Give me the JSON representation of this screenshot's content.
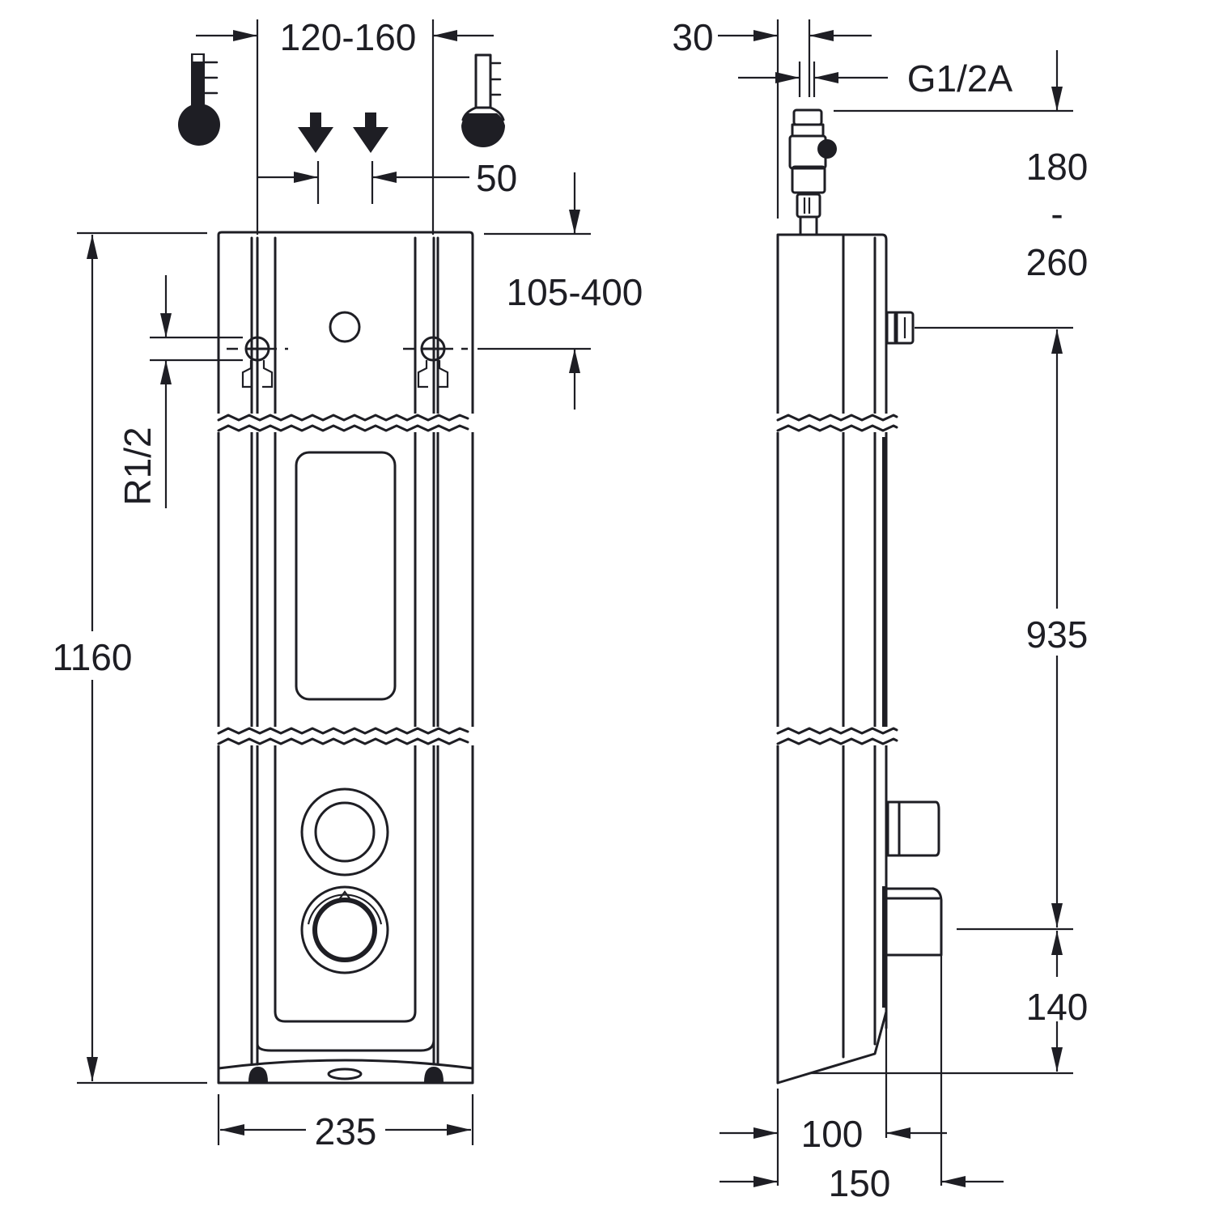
{
  "drawing": {
    "subject": "wall-mounted shower panel, front and side elevation",
    "front_view": {
      "dimensions": {
        "inlet_spacing": "120-160",
        "inlet_offset": "50",
        "inlet_height": "105-400",
        "thread_inlet": "R1/2",
        "overall_height": "1160",
        "overall_width": "235"
      },
      "symbols": [
        "cold-water-thermometer",
        "hot-water-thermometer",
        "water-inlet-arrow",
        "water-inlet-arrow"
      ]
    },
    "side_view": {
      "dimensions": {
        "connector_width": "30",
        "thread_outlet": "G1/2A",
        "outlet_height_min": "180",
        "outlet_height_sep": "-",
        "outlet_height_max": "260",
        "outlet_to_mixer": "935",
        "mixer_height": "140",
        "depth_panel": "100",
        "depth_total": "150"
      }
    },
    "colors": {
      "line": "#1e1e24",
      "background": "#ffffff"
    }
  }
}
